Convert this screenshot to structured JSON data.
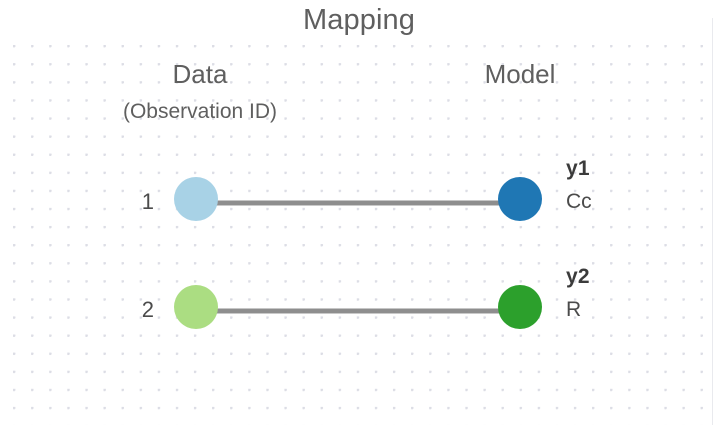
{
  "diagram": {
    "title": "Mapping",
    "background_color": "#ffffff",
    "grid_dot_color": "#dcdde5",
    "connector_color": "#8e8e8e",
    "columns": {
      "left_header": "Data",
      "left_subheader": "(Observation ID)",
      "right_header": "Model"
    },
    "rows": [
      {
        "observation_id": "1",
        "data_node_color": "#a8d2e6",
        "model_node_color": "#1f77b4",
        "model_variable": "y1",
        "model_name": "Cc"
      },
      {
        "observation_id": "2",
        "data_node_color": "#abdd82",
        "model_node_color": "#2ca02c",
        "model_variable": "y2",
        "model_name": "R"
      }
    ]
  }
}
